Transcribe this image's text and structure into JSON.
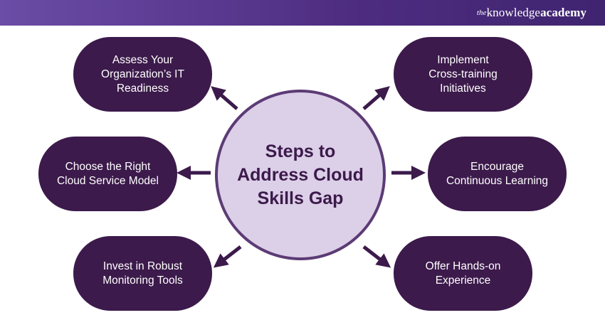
{
  "header": {
    "brand_prefix": "the",
    "brand_main": "knowledge",
    "brand_bold": "academy",
    "gradient_start": "#6b4ca6",
    "gradient_end": "#3f2470"
  },
  "center": {
    "title": "Steps to\nAddress Cloud\nSkills Gap",
    "fill": "#dccfe8",
    "border": "#5c3b75"
  },
  "steps": [
    {
      "label": "Assess Your\nOrganization’s IT\nReadiness"
    },
    {
      "label": "Implement\nCross-training\nInitiatives"
    },
    {
      "label": "Choose the Right\nCloud Service Model"
    },
    {
      "label": "Encourage\nContinuous Learning"
    },
    {
      "label": "Invest in Robust\nMonitoring Tools"
    },
    {
      "label": "Offer Hands-on\nExperience"
    }
  ],
  "colors": {
    "pill": "#3c1a4b",
    "arrow": "#3c1a4b",
    "text_light": "#ffffff"
  }
}
